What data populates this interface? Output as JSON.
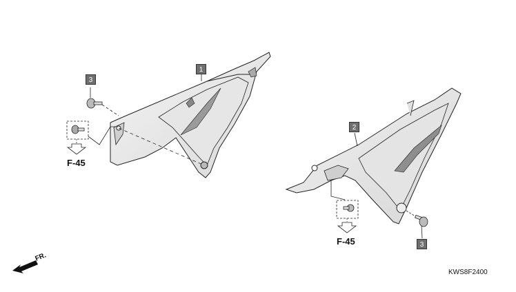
{
  "callouts": {
    "part1": "1",
    "part2": "2",
    "bolt_left": "3",
    "bolt_right": "3"
  },
  "references": {
    "left": "F-45",
    "right": "F-45"
  },
  "direction_label": "FR.",
  "diagram_code": "KWS8F2400"
}
